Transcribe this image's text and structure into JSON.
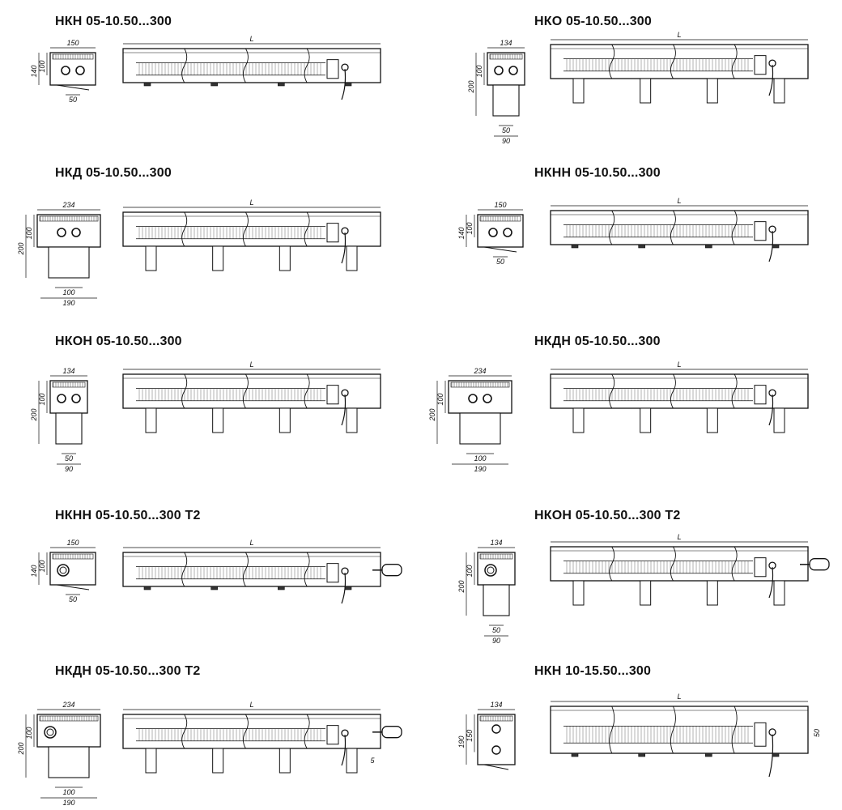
{
  "models": [
    {
      "title": "НКН 05-10.50...300",
      "side": {
        "width": "150",
        "height": "140",
        "inner": "100",
        "conn": "50",
        "conn2": ""
      },
      "long": {
        "L": "L"
      }
    },
    {
      "title": "НКО 05-10.50...300",
      "side": {
        "width": "134",
        "height": "200",
        "inner": "100",
        "conn": "50",
        "conn2": "90"
      },
      "long": {
        "L": "L"
      }
    },
    {
      "title": "НКД 05-10.50...300",
      "side": {
        "width": "234",
        "height": "200",
        "inner": "100",
        "conn": "100",
        "conn2": "190"
      },
      "long": {
        "L": "L"
      }
    },
    {
      "title": "НКНН 05-10.50...300",
      "side": {
        "width": "150",
        "height": "140",
        "inner": "100",
        "conn": "50",
        "conn2": ""
      },
      "long": {
        "L": "L"
      }
    },
    {
      "title": "НКОН 05-10.50...300",
      "side": {
        "width": "134",
        "height": "200",
        "inner": "100",
        "conn": "50",
        "conn2": "90"
      },
      "long": {
        "L": "L"
      }
    },
    {
      "title": "НКДН 05-10.50...300",
      "side": {
        "width": "234",
        "height": "200",
        "inner": "100",
        "conn": "100",
        "conn2": "190"
      },
      "long": {
        "L": "L"
      }
    },
    {
      "title": "НКНН 05-10.50...300 Т2",
      "side": {
        "width": "150",
        "height": "140",
        "inner": "100",
        "conn": "50",
        "conn2": ""
      },
      "long": {
        "L": "L"
      }
    },
    {
      "title": "НКОН 05-10.50...300 Т2",
      "side": {
        "width": "134",
        "height": "200",
        "inner": "100",
        "conn": "50",
        "conn2": "90"
      },
      "long": {
        "L": "L"
      }
    },
    {
      "title": "НКДН 05-10.50...300 Т2",
      "side": {
        "width": "234",
        "height": "200",
        "inner": "100",
        "conn": "100",
        "conn2": "190"
      },
      "long": {
        "L": "L",
        "extra": "5"
      }
    },
    {
      "title": "НКН 10-15.50...300",
      "side": {
        "width": "134",
        "height": "190",
        "inner": "150",
        "conn": "",
        "conn2": ""
      },
      "long": {
        "L": "L",
        "extra": "50"
      }
    }
  ]
}
